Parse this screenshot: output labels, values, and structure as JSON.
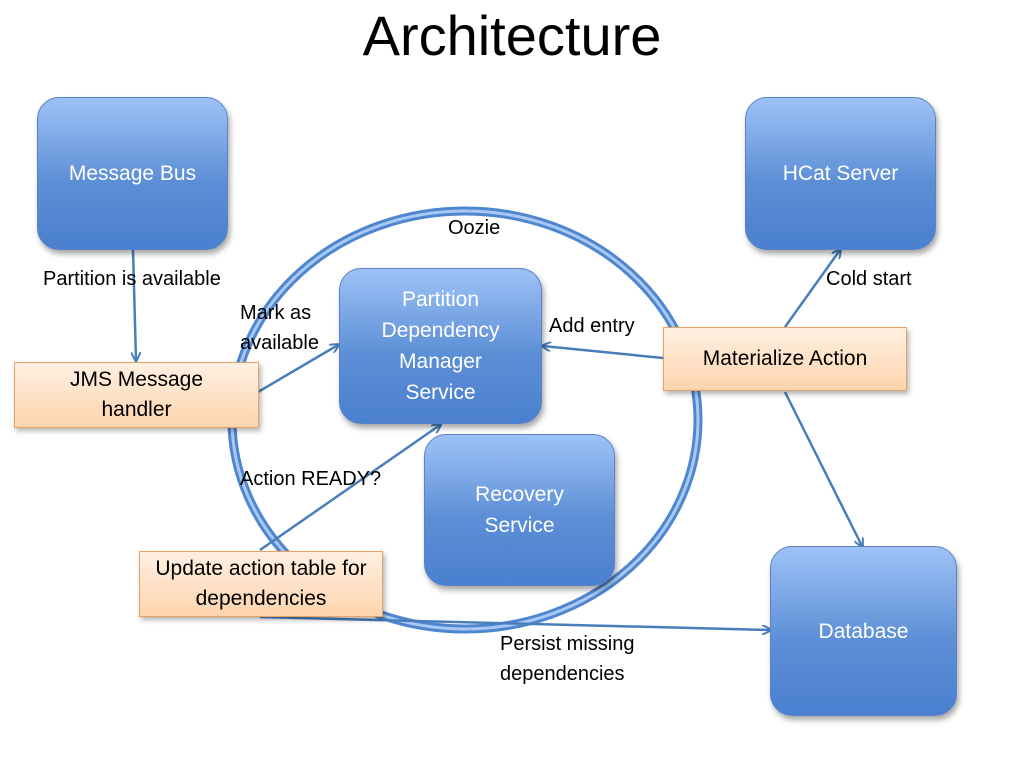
{
  "title": "Architecture",
  "nodes": {
    "message_bus": "Message Bus",
    "hcat_server": "HCat Server",
    "pdm_service": "Partition Dependency Manager Service",
    "recovery_service": "Recovery Service",
    "database": "Database",
    "jms_handler": "JMS Message handler",
    "materialize_action": "Materialize Action",
    "update_action_table": "Update action table for dependencies"
  },
  "labels": {
    "oozie": "Oozie",
    "partition_available": "Partition is available",
    "mark_available_1": "Mark as",
    "mark_available_2": "available",
    "add_entry": "Add entry",
    "cold_start": "Cold start",
    "action_ready": "Action READY?",
    "persist_missing_1": "Persist missing",
    "persist_missing_2": "dependencies"
  },
  "colors": {
    "blue_box": "#5d8fd6",
    "orange_box": "#fdd4ad",
    "arrow": "#4a7ebb",
    "ring": "#6b9ad8"
  }
}
